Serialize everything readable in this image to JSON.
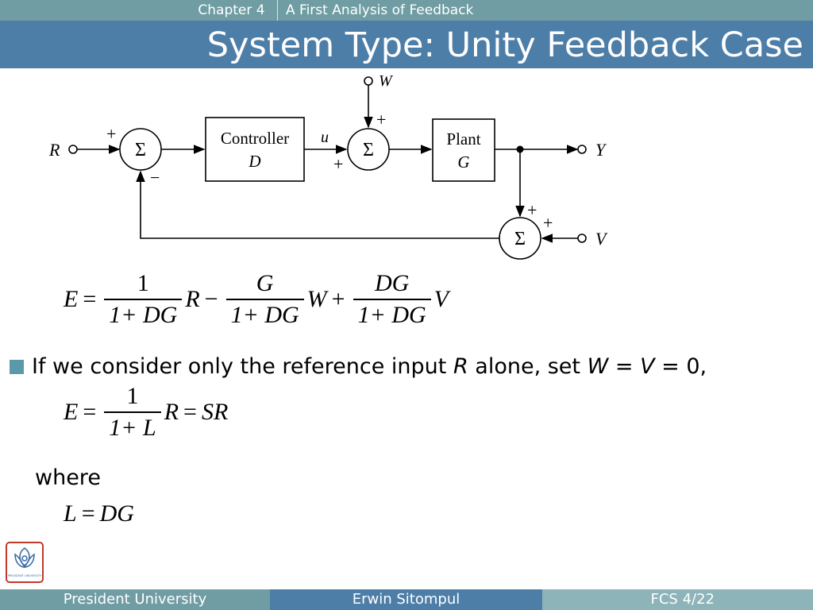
{
  "header": {
    "chapter": "Chapter 4",
    "section": "A First Analysis of Feedback",
    "title": "System Type: Unity Feedback Case"
  },
  "diagram": {
    "sum_symbol": "Σ",
    "controller_label": "Controller",
    "controller_symbol": "D",
    "plant_label": "Plant",
    "plant_symbol": "G",
    "signal_r": "R",
    "signal_u": "u",
    "signal_w": "W",
    "signal_y": "Y",
    "signal_v": "V",
    "plus": "+",
    "minus": "−"
  },
  "equation1": {
    "lhs": "E",
    "eq": "=",
    "frac1_num": "1",
    "frac1_den": "1+ DG",
    "var1": "R",
    "op1": "−",
    "frac2_num": "G",
    "frac2_den": "1+ DG",
    "var2": "W",
    "op2": "+",
    "frac3_num": "DG",
    "frac3_den": "1+ DG",
    "var3": "V"
  },
  "bullet": {
    "text_a": "If we consider only the reference input ",
    "var_r": "R",
    "text_b": " alone, set ",
    "var_w": "W",
    "eq1": " = ",
    "var_v": "V",
    "eq2": " = 0,"
  },
  "equation2": {
    "lhs": "E",
    "eq": "=",
    "frac_num": "1",
    "frac_den": "1+ L",
    "var": "R",
    "eq2": "=",
    "rhs": "SR"
  },
  "where_text": "where",
  "equation3": {
    "lhs": "L",
    "eq": "=",
    "rhs": "DG"
  },
  "logo_text": "PRESIDENT UNIVERSITY",
  "footer": {
    "left": "President University",
    "center": "Erwin Sitompul",
    "right": "FCS 4/22"
  },
  "colors": {
    "header_teal": "#6f9da3",
    "title_blue": "#4d7ea8",
    "footer_light": "#8db4b9",
    "bullet": "#5a9aa8",
    "logo_red": "#c0392b"
  }
}
